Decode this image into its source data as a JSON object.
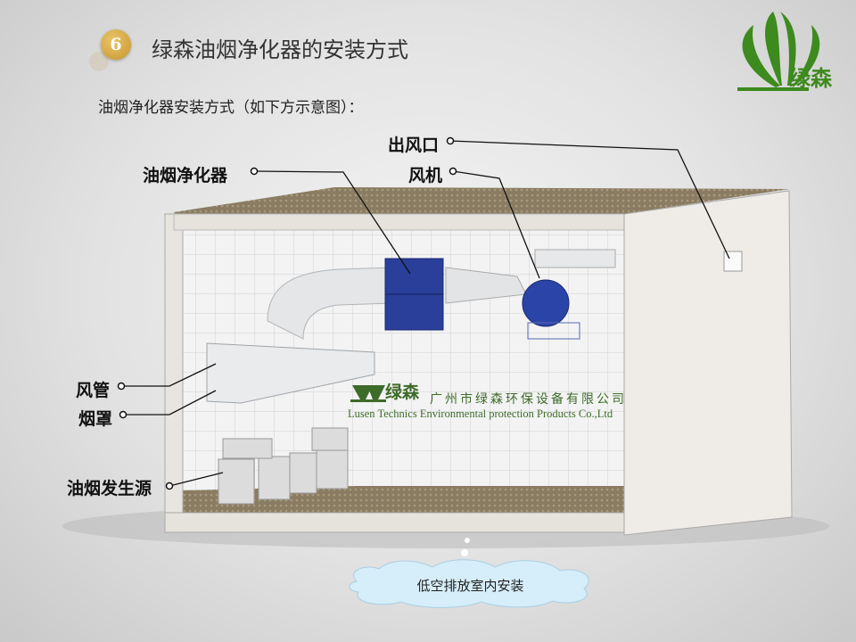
{
  "header": {
    "step_number": "6",
    "title": "绿森油烟净化器的安装方式",
    "subtitle": "油烟净化器安装方式（如下方示意图）："
  },
  "logo": {
    "text": "绿森",
    "color": "#3d8a1e"
  },
  "diagram": {
    "labels": {
      "outlet": "出风口",
      "fan": "风机",
      "purifier": "油烟净化器",
      "duct": "风管",
      "hood": "烟罩",
      "source": "油烟发生源"
    },
    "watermark": {
      "logo_text": "绿森",
      "company_cn": "广州市绿森环保设备有限公司",
      "company_en": "Lusen Technics Environmental protection Products Co.,Ltd"
    },
    "caption": "低空排放室内安装"
  },
  "colors": {
    "accent": "#c8962c",
    "green": "#3d8a1e",
    "purifier_blue": "#2a3f9a"
  }
}
